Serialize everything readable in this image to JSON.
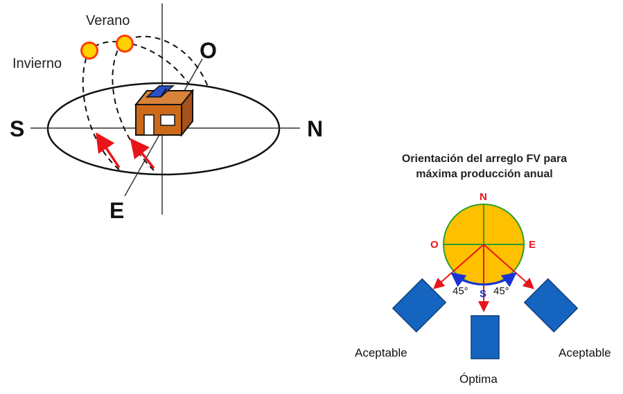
{
  "left_diagram": {
    "seasons": {
      "summer": "Verano",
      "winter": "Invierno"
    },
    "cardinals": {
      "south": "S",
      "north": "N",
      "west": "O",
      "east": "E"
    }
  },
  "right_diagram": {
    "title_line1": "Orientación del arreglo FV para",
    "title_line2": "máxima producción anual",
    "compass": {
      "north": "N",
      "west": "O",
      "east": "E",
      "south": "S"
    },
    "angles": {
      "left": "45°",
      "right": "45°"
    },
    "panels": {
      "left": "Aceptable",
      "center": "Óptima",
      "right": "Aceptable"
    }
  },
  "colors": {
    "sun": "#ffd200",
    "sun_ring": "#ff3b00",
    "house": "#cc6a1a",
    "solar_panel": "#2b4fc7",
    "compass_disc": "#ffc000",
    "compass_ring": "#2aa02a",
    "panel_blue": "#1565c0",
    "arrow_red": "#e8141a",
    "arc_blue": "#1a33d6"
  }
}
